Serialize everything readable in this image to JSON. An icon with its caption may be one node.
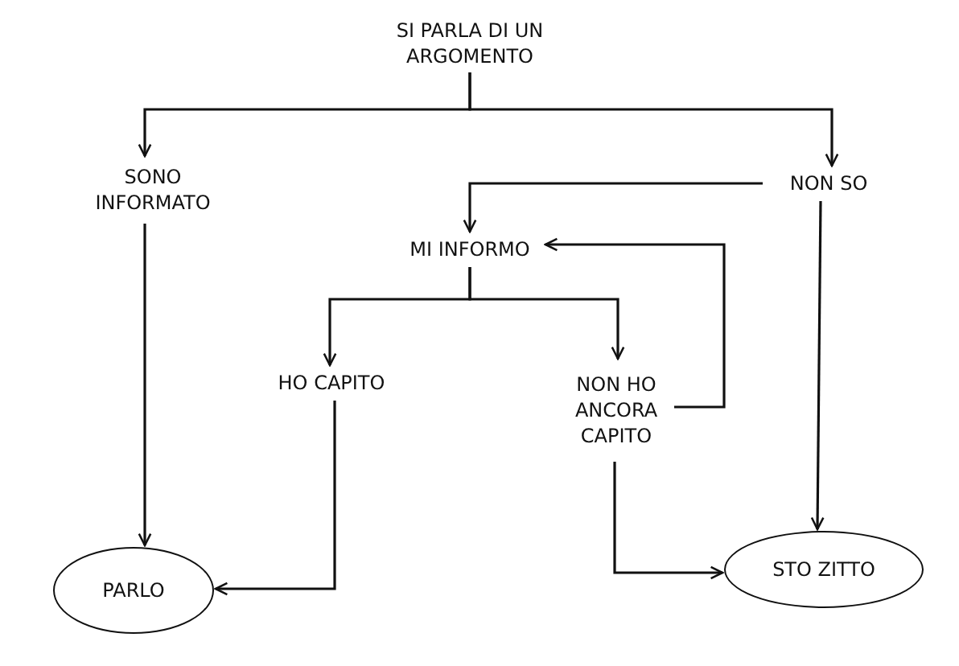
{
  "diagram": {
    "nodes": [
      {
        "text": [
          "SI PARLA DI UN ARGOMENTO"
        ]
      },
      {
        "text": [
          "SONO INFORMATO"
        ]
      },
      {
        "text": [
          "NON SO"
        ]
      },
      {
        "text": [
          "MI INFORMO"
        ]
      },
      {
        "text": [
          "HO CAPITO"
        ]
      },
      {
        "text": [
          "NON HO ANCORA CAPITO"
        ]
      },
      {
        "text": [
          "PARLO"
        ]
      },
      {
        "text": [
          "STO ZITTO"
        ]
      }
    ],
    "edges": [
      {
        "from": 0,
        "to": 1,
        "arrow": "to"
      },
      {
        "from": 0,
        "to": 2,
        "arrow": "to"
      },
      {
        "from": 2,
        "to": 3,
        "arrow": "to"
      },
      {
        "from": 3,
        "to": 4,
        "arrow": "to"
      },
      {
        "from": 3,
        "to": 5,
        "arrow": "to"
      },
      {
        "from": 5,
        "to": 3,
        "arrow": "to"
      },
      {
        "from": 1,
        "to": 6,
        "arrow": "to"
      },
      {
        "from": 4,
        "to": 6,
        "arrow": "to"
      },
      {
        "from": 5,
        "to": 7,
        "arrow": "to"
      },
      {
        "from": 2,
        "to": 7,
        "arrow": "to"
      }
    ]
  }
}
